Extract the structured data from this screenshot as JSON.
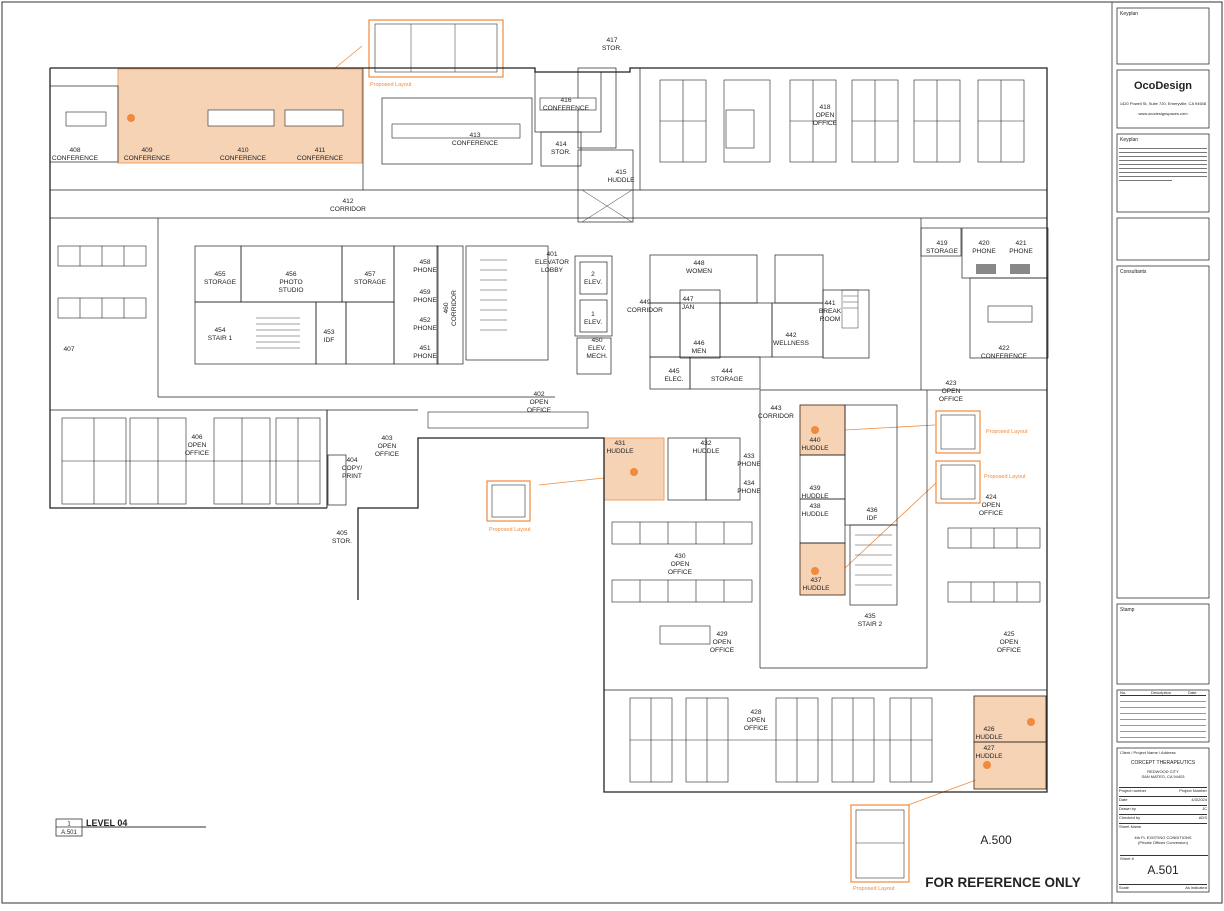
{
  "sheet": {
    "drawing_title": "LEVEL 04",
    "detail_number": "1",
    "detail_sheet": "A.501",
    "ref_sheet": "A.500",
    "stamp": "FOR REFERENCE ONLY",
    "proposed_label": "Proposed Layout"
  },
  "rooms": {
    "r408": "408",
    "r408n": "CONFERENCE",
    "r409": "409",
    "r409n": "CONFERENCE",
    "r410": "410",
    "r410n": "CONFERENCE",
    "r411": "411",
    "r411n": "CONFERENCE",
    "r412": "412",
    "r412n": "CORRIDOR",
    "r413": "413",
    "r413n": "CONFERENCE",
    "r414": "414",
    "r414n": "STOR.",
    "r415": "415",
    "r415n": "HUDDLE",
    "r416": "416",
    "r416n": "CONFERENCE",
    "r417": "417",
    "r417n": "STOR.",
    "r418": "418",
    "r418n1": "OPEN",
    "r418n2": "OFFICE",
    "r419": "419",
    "r419n": "STORAGE",
    "r420": "420",
    "r420n": "PHONE",
    "r421": "421",
    "r421n": "PHONE",
    "r422": "422",
    "r422n": "CONFERENCE",
    "r423": "423",
    "r423n1": "OPEN",
    "r423n2": "OFFICE",
    "r424": "424",
    "r424n1": "OPEN",
    "r424n2": "OFFICE",
    "r425": "425",
    "r425n1": "OPEN",
    "r425n2": "OFFICE",
    "r426": "426",
    "r426n": "HUDDLE",
    "r427": "427",
    "r427n": "HUDDLE",
    "r428": "428",
    "r428n1": "OPEN",
    "r428n2": "OFFICE",
    "r429": "429",
    "r429n1": "OPEN",
    "r429n2": "OFFICE",
    "r430": "430",
    "r430n1": "OPEN",
    "r430n2": "OFFICE",
    "r431": "431",
    "r431n": "HUDDLE",
    "r432": "432",
    "r432n": "HUDDLE",
    "r433": "433",
    "r433n": "PHONE",
    "r434": "434",
    "r434n": "PHONE",
    "r435": "435",
    "r435n": "STAIR 2",
    "r436": "436",
    "r436n": "IDF",
    "r437": "437",
    "r437n": "HUDDLE",
    "r438": "438",
    "r438n": "HUDDLE",
    "r439": "439",
    "r439n": "HUDDLE",
    "r440": "440",
    "r440n": "HUDDLE",
    "r441": "441",
    "r441n1": "BREAK",
    "r441n2": "ROOM",
    "r442": "442",
    "r442n": "WELLNESS",
    "r443": "443",
    "r443n": "CORRIDOR",
    "r444": "444",
    "r444n": "STORAGE",
    "r445": "445",
    "r445n": "ELEC.",
    "r446": "446",
    "r446n": "MEN",
    "r447": "447",
    "r447n": "JAN",
    "r448": "448",
    "r448n": "WOMEN",
    "r449": "449",
    "r449n": "CORRIDOR",
    "r450": "450",
    "r450n1": "ELEV.",
    "r450n2": "MECH.",
    "r451": "451",
    "r451n": "PHONE",
    "r452": "452",
    "r452n": "PHONE",
    "r453": "453",
    "r453n": "IDF",
    "r454": "454",
    "r454n": "STAIR 1",
    "r455": "455",
    "r455n": "STORAGE",
    "r456": "456",
    "r456n1": "PHOTO",
    "r456n2": "STUDIO",
    "r457": "457",
    "r457n": "STORAGE",
    "r458": "458",
    "r458n": "PHONE",
    "r459": "459",
    "r459n": "PHONE",
    "r460": "460",
    "r460n": "CORRIDOR",
    "r401": "401",
    "r401n1": "ELEVATOR",
    "r401n2": "LOBBY",
    "r402": "402",
    "r402n1": "OPEN",
    "r402n2": "OFFICE",
    "r403": "403",
    "r403n1": "OPEN",
    "r403n2": "OFFICE",
    "r404": "404",
    "r404n1": "COPY/",
    "r404n2": "PRINT",
    "r405": "405",
    "r405n": "STOR.",
    "r406": "406",
    "r406n1": "OPEN",
    "r406n2": "OFFICE",
    "r407": "407",
    "elev1": "1",
    "elev2": "2",
    "elevn": "ELEV."
  },
  "titleblock": {
    "keyplan": "Keyplan",
    "firm": "OcoDesign",
    "firm_address": "1420 Powell St, Suite 720, Emeryville, CA 94608",
    "firm_web": "www.ocodesignspaces.com",
    "keyplan2": "Keyplan",
    "consultants": "Consultants",
    "stamp": "Stamp",
    "rev_no": "No.",
    "rev_desc": "Description",
    "rev_date": "Date",
    "client_label": "Client / Project Name / Address",
    "client": "CORCEPT THERAPEUTICS",
    "client_addr1": "REDWOOD CITY",
    "client_addr2": "SAN MATEO, CA 94403",
    "project_number_label": "Project number",
    "project_number": "Project Number",
    "date_label": "Date",
    "date": "4/3/2024",
    "drawn_label": "Drawn by",
    "drawn": "JC",
    "checked_label": "Checked by",
    "checked": "ADS",
    "sheet_name_label": "Sheet Name",
    "sheet_name1": "4th FL EXISTING CONDITIONS",
    "sheet_name2": "(Private Offices Conversion)",
    "sheet_no_label": "Sheet #",
    "sheet_no": "A.501",
    "scale_label": "Scale",
    "scale": "As indicated"
  },
  "colors": {
    "accent": "#f08a3c",
    "highlight_fill": "#f6c9a4",
    "line": "#222222"
  }
}
